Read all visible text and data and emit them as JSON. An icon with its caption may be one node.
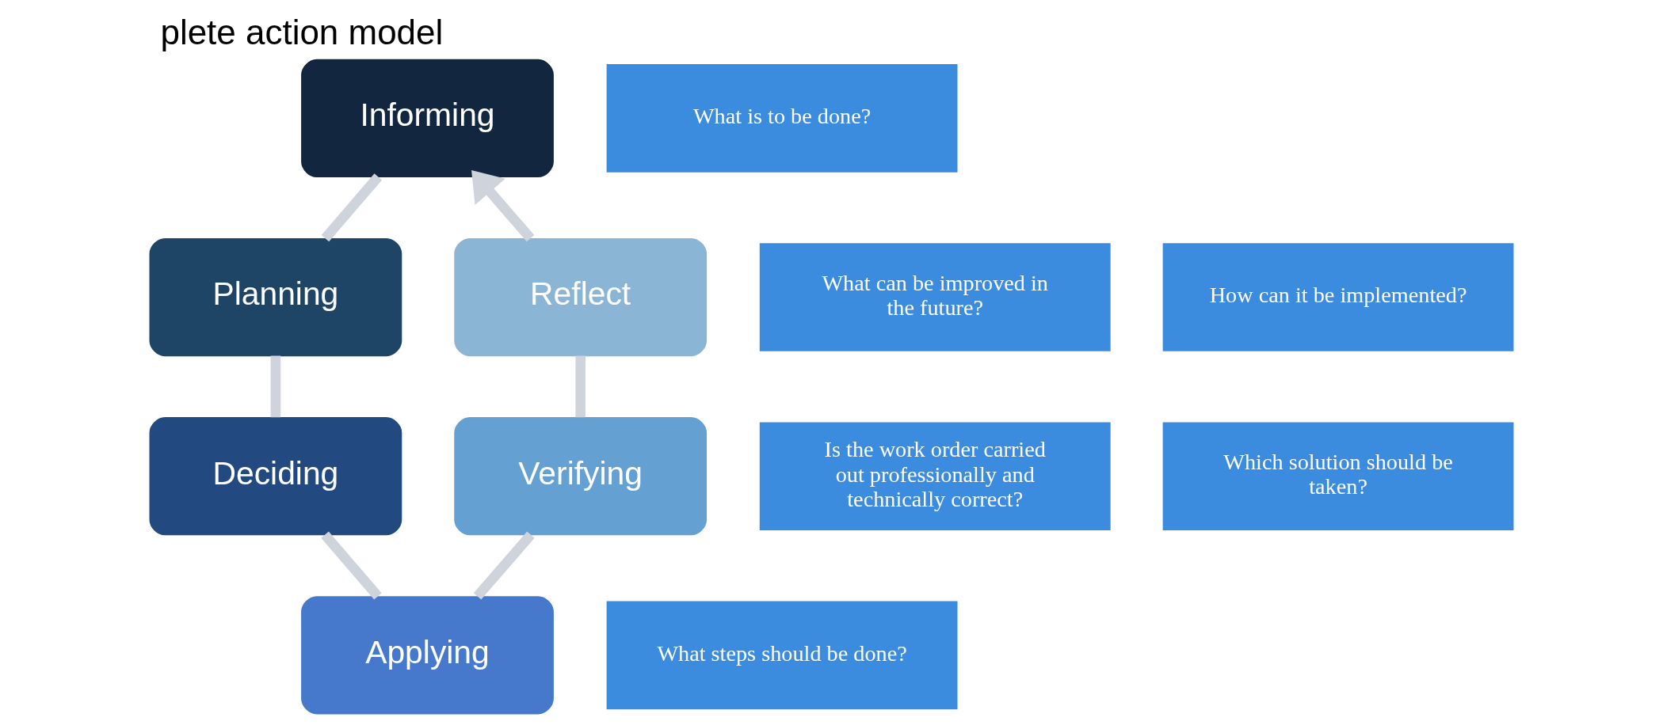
{
  "diagram": {
    "title": "plete action model",
    "nodes": [
      {
        "text": [
          "Informing"
        ]
      },
      {
        "text": [
          "What is to be done?"
        ]
      },
      {
        "text": [
          "What can be improved in the future?"
        ]
      },
      {
        "text": [
          "Reflect"
        ]
      },
      {
        "text": [
          "Planning"
        ]
      },
      {
        "text": [
          "How can it be implemented?"
        ]
      },
      {
        "text": [
          "Is the work order carried out professionally and technically correct?"
        ]
      },
      {
        "text": [
          "Verifying"
        ]
      },
      {
        "text": [
          "Deciding"
        ]
      },
      {
        "text": [
          "Which solution should be taken?"
        ]
      },
      {
        "text": [
          "What steps should be done?"
        ]
      },
      {
        "text": [
          "Applying"
        ]
      }
    ],
    "edges": [
      {
        "from": 0,
        "to": 4,
        "arrow": "none"
      },
      {
        "from": 4,
        "to": 8,
        "arrow": "none"
      },
      {
        "from": 8,
        "to": 11,
        "arrow": "none"
      },
      {
        "from": 11,
        "to": 7,
        "arrow": "none"
      },
      {
        "from": 7,
        "to": 3,
        "arrow": "none"
      },
      {
        "from": 3,
        "to": 0,
        "arrow": "to"
      }
    ]
  }
}
